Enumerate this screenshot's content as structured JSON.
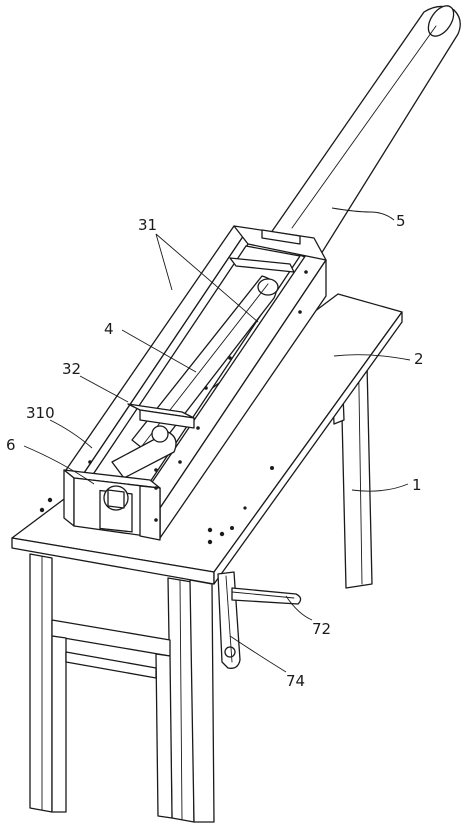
{
  "labels": {
    "l1": "1",
    "l2": "2",
    "l31": "31",
    "l32": "32",
    "l310": "310",
    "l4": "4",
    "l5": "5",
    "l6": "6",
    "l72": "72",
    "l74": "74"
  }
}
